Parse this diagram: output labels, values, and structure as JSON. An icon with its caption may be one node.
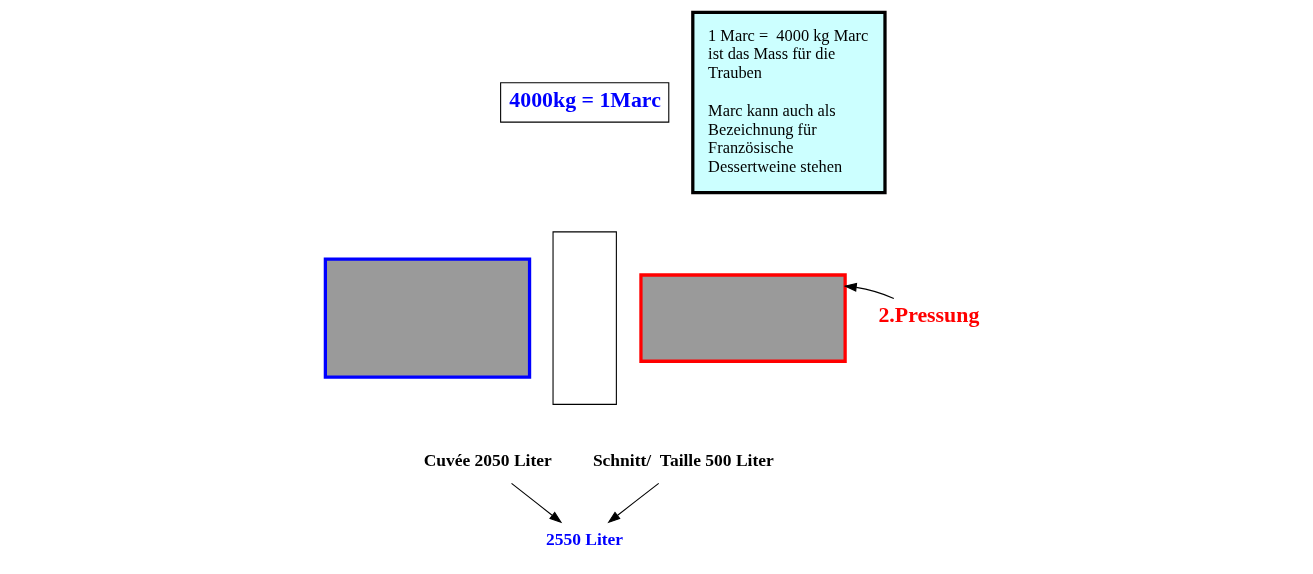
{
  "diagram": {
    "nodes": [
      {
        "text": [
          "4000kg = 1Marc"
        ]
      },
      {
        "text": [],
        "shape": "box"
      },
      {
        "text": [],
        "shape": "box"
      },
      {
        "text": [],
        "shape": "box"
      },
      {
        "text": [
          "2.Pressung"
        ]
      },
      {
        "text": [
          "Cuvée 2050 Liter"
        ]
      },
      {
        "text": [
          "Schnitt/  Taille 500 Liter"
        ]
      },
      {
        "text": [
          "2550 Liter"
        ]
      },
      {
        "text": [
          "1 Marc =  4000 kg Marc ist das Mass für die Trauben",
          "Marc kann auch als Bezeichnung für Französische Dessertweine stehen"
        ]
      }
    ],
    "edges": [
      {
        "from": 4,
        "to": 3,
        "arrow": "to"
      },
      {
        "from": 5,
        "to": 7,
        "arrow": "to"
      },
      {
        "from": 6,
        "to": 7,
        "arrow": "to"
      }
    ]
  }
}
